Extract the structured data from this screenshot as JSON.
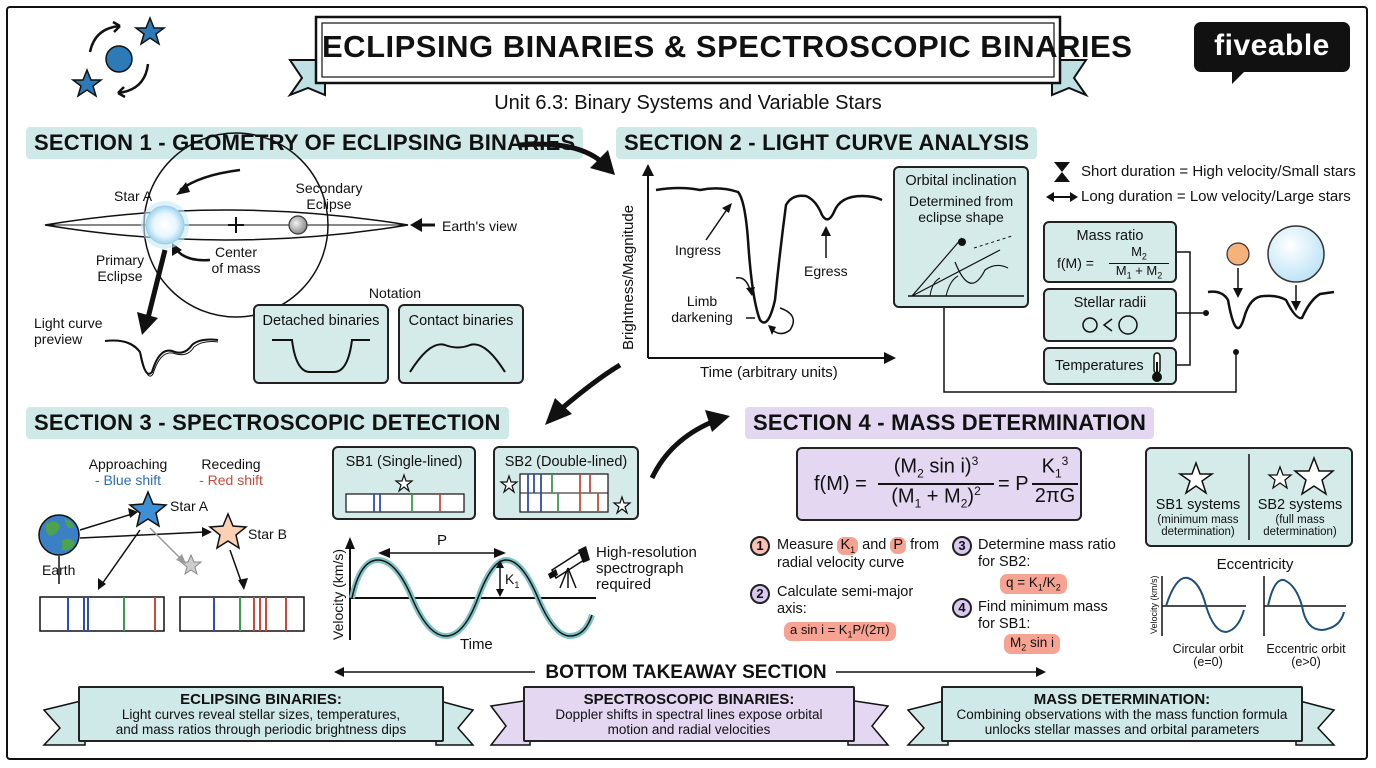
{
  "title": "ECLIPSING BINARIES & SPECTROSCOPIC BINARIES",
  "subtitle": "Unit 6.3: Binary Systems and Variable Stars",
  "brand": "fiveable",
  "colors": {
    "teal": "#d4ebe9",
    "purple": "#e4d7f2",
    "salmon": "#f6a393",
    "blue": "#2c6fb5",
    "red": "#c94a3a",
    "green": "#3b9b4a"
  },
  "section1": {
    "heading": "SECTION 1 - GEOMETRY OF ECLIPSING BINARIES",
    "star_a": "Star A",
    "secondary_eclipse": "Secondary\nEclipse",
    "center_of_mass": "Center\nof mass",
    "primary_eclipse": "Primary\nEclipse",
    "earths_view": "Earth's view",
    "light_curve_preview": "Light curve\npreview",
    "notation": "Notation",
    "detached": "Detached binaries",
    "contact": "Contact binaries"
  },
  "section2": {
    "heading": "SECTION 2 - LIGHT CURVE ANALYSIS",
    "y_axis": "Brightness/Magnitude",
    "x_axis": "Time (arbitrary units)",
    "ingress": "Ingress",
    "egress": "Egress",
    "limb_darkening": "Limb\ndarkening",
    "orbital_inclination": "Orbital inclination",
    "determined_from": "Determined from\neclipse shape",
    "short_duration": "Short duration = High velocity/Small stars",
    "long_duration": "Long duration = Low velocity/Large stars",
    "mass_ratio": "Mass ratio",
    "stellar_radii": "Stellar radii",
    "temperatures": "Temperatures"
  },
  "section3": {
    "heading": "SECTION 3 - SPECTROSCOPIC DETECTION",
    "approaching": "Approaching",
    "blue_shift": "- Blue shift",
    "receding": "Receding",
    "red_shift": "- Red shift",
    "star_a": "Star A",
    "star_b": "Star B",
    "earth": "Earth",
    "sb1": "SB1 (Single-lined)",
    "sb2": "SB2 (Double-lined)",
    "velocity_axis": "Velocity (km/s)",
    "time_axis": "Time",
    "period": "P",
    "spectrograph": "High-resolution\nspectrograph\nrequired"
  },
  "section4": {
    "heading": "SECTION 4 - MASS DETERMINATION",
    "step1_num": "1",
    "step1_a": "Measure",
    "step1_b": "and",
    "step1_c": "from",
    "step1_d": "radial velocity curve",
    "step2_num": "2",
    "step2_a": "Calculate semi-major\naxis:",
    "step3_num": "3",
    "step3_a": "Determine mass ratio\nfor SB2:",
    "step4_num": "4",
    "step4_a": "Find minimum mass\nfor SB1:",
    "sb1_systems": "SB1 systems",
    "sb1_note": "(minimum mass\ndetermination)",
    "sb2_systems": "SB2 systems",
    "sb2_note": "(full mass\ndetermination)",
    "eccentricity": "Eccentricity",
    "circular": "Circular orbit\n(e=0)",
    "eccentric": "Eccentric orbit\n(e>0)",
    "velocity_axis": "Velocity (km/s)"
  },
  "bottom": {
    "heading": "BOTTOM TAKEAWAY SECTION",
    "eb_title": "ECLIPSING BINARIES:",
    "eb_text": "Light curves reveal stellar sizes, temperatures,\nand mass ratios through periodic brightness dips",
    "sb_title": "SPECTROSCOPIC BINARIES:",
    "sb_text": "Doppler shifts in spectral lines expose orbital\nmotion and radial velocities",
    "md_title": "MASS DETERMINATION:",
    "md_text": "Combining observations with the mass function formula\nunlocks stellar masses and orbital parameters"
  }
}
